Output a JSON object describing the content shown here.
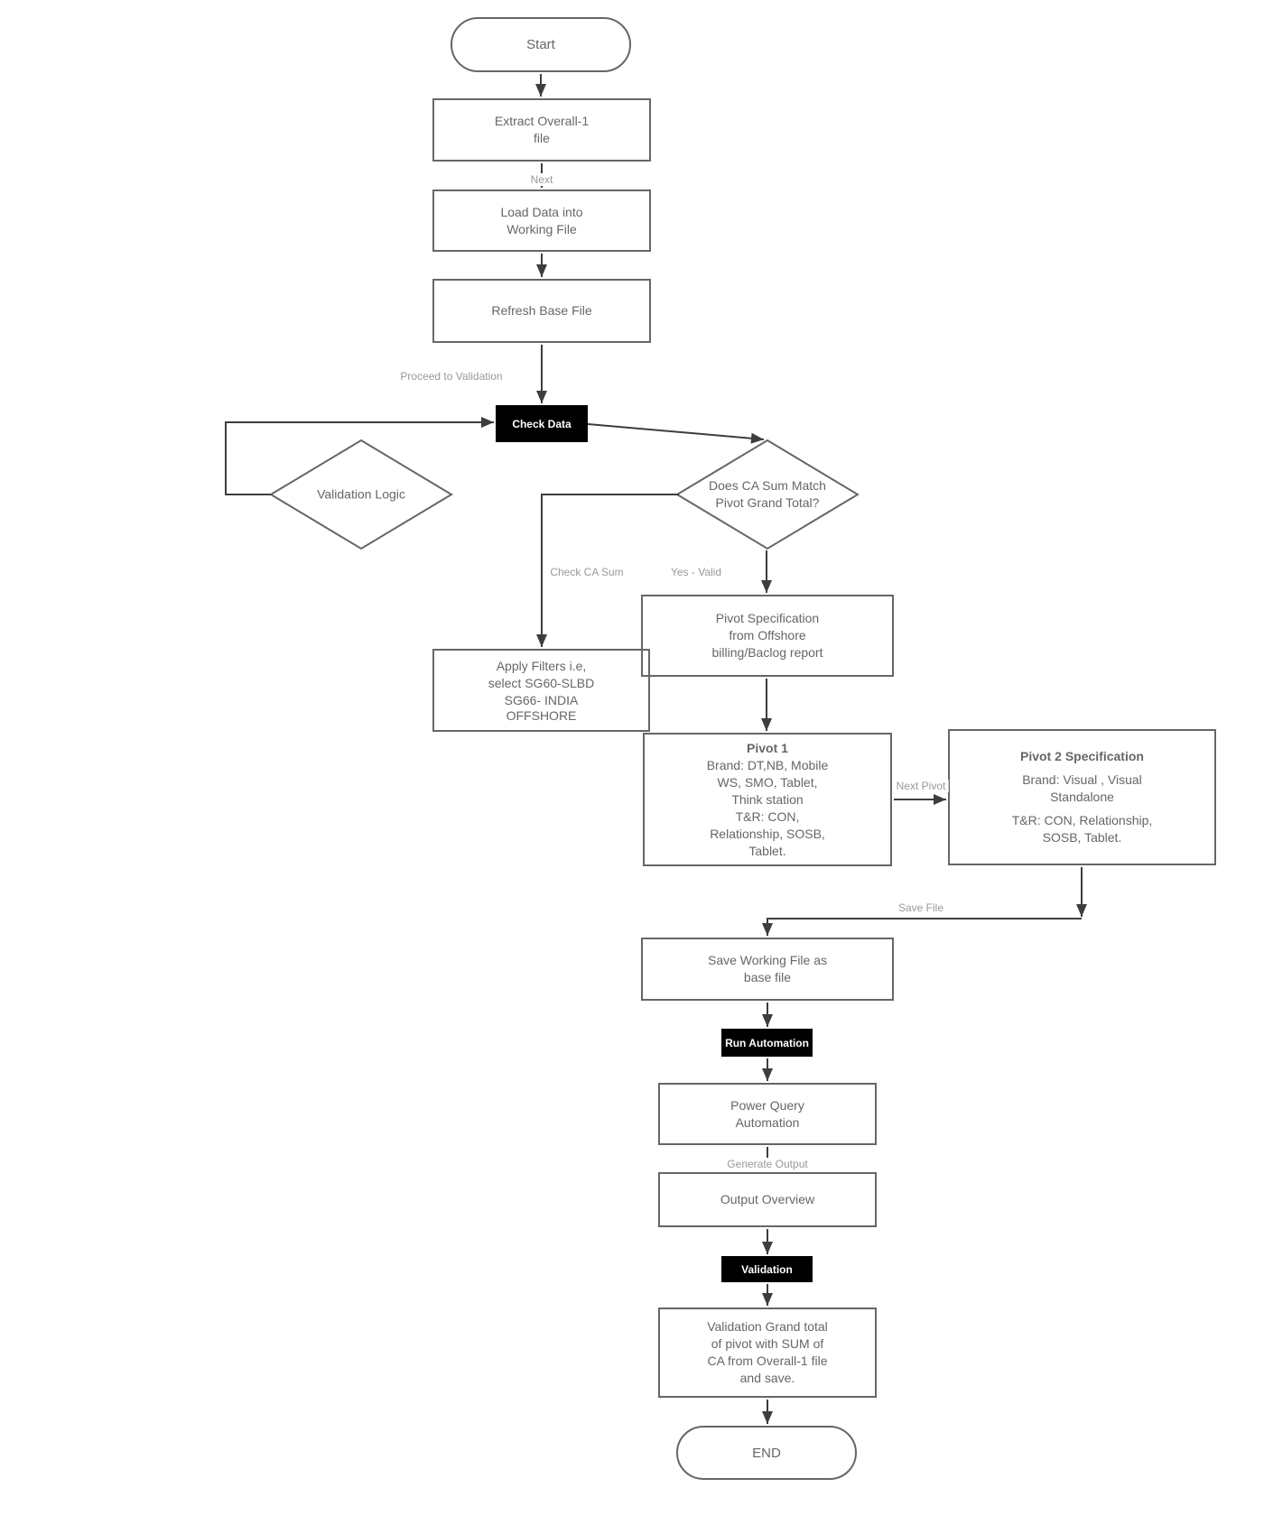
{
  "diagram": {
    "nodes": {
      "start": {
        "label": "Start"
      },
      "extract_overall": {
        "lines": [
          "Extract Overall-1",
          "file"
        ]
      },
      "load_data": {
        "lines": [
          "Load Data into",
          "Working File"
        ]
      },
      "refresh_base": {
        "label": "Refresh Base File"
      },
      "check_data": {
        "label": "Check Data"
      },
      "validation_logic": {
        "label": "Validation Logic"
      },
      "ca_sum_decision": {
        "lines": [
          "Does CA Sum Match",
          "Pivot Grand Total?"
        ]
      },
      "pivot_spec": {
        "lines": [
          "Pivot Specification",
          "from Offshore",
          "billing/Baclog report"
        ]
      },
      "apply_filters": {
        "lines": [
          "Apply Filters i.e,",
          "select SG60-SLBD",
          "SG66- INDIA",
          "OFFSHORE"
        ]
      },
      "pivot1": {
        "title": "Pivot 1",
        "lines": [
          "Brand: DT,NB, Mobile",
          "WS, SMO, Tablet,",
          "Think station",
          "T&R: CON,",
          "Relationship, SOSB,",
          "Tablet."
        ]
      },
      "pivot2": {
        "title": "Pivot 2 Specification",
        "brand_lines": [
          "Brand: Visual , Visual",
          "Standalone"
        ],
        "tr_lines": [
          "T&R: CON, Relationship,",
          "SOSB, Tablet."
        ]
      },
      "save_working": {
        "lines": [
          "Save Working File as",
          "base file"
        ]
      },
      "run_automation": {
        "label": "Run Automation"
      },
      "power_query": {
        "lines": [
          "Power Query",
          "Automation"
        ]
      },
      "output_overview": {
        "label": "Output Overview"
      },
      "validation": {
        "label": "Validation"
      },
      "validation_grand": {
        "lines": [
          "Validation Grand total",
          "of pivot with SUM of",
          "CA from Overall-1 file",
          "and save."
        ]
      },
      "end": {
        "label": "END"
      }
    },
    "edge_labels": {
      "next": "Next",
      "proceed_to_validation": "Proceed to Validation",
      "check_ca_sum": "Check CA Sum",
      "yes_valid": "Yes - Valid",
      "next_pivot": "Next Pivot",
      "save_file": "Save File",
      "generate_output": "Generate Output"
    },
    "colors": {
      "node_border": "#666666",
      "node_text": "#666666",
      "edge_line": "#3d3d3d",
      "edge_label_text": "#999999",
      "emphasis_bg": "#000000",
      "emphasis_text": "#ffffff",
      "background": "#ffffff"
    }
  }
}
